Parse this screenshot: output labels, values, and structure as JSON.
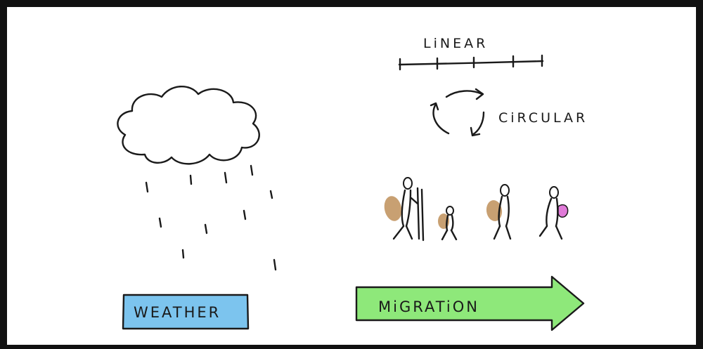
{
  "labels": {
    "linear": "LiNEAR",
    "circular": "CiRCULAR",
    "weather": "WEATHER",
    "migration": "MiGRATiON"
  },
  "colors": {
    "frame": "#111111",
    "weather_box": "#7cc4ee",
    "migration_arrow": "#8ee87a",
    "backpack": "#c8a072",
    "pink_bag": "#e07ad8",
    "ink": "#1a1a1a"
  },
  "icons": [
    "rain-cloud-icon",
    "linear-timeline-icon",
    "circular-arrows-icon",
    "walking-people-icon"
  ]
}
